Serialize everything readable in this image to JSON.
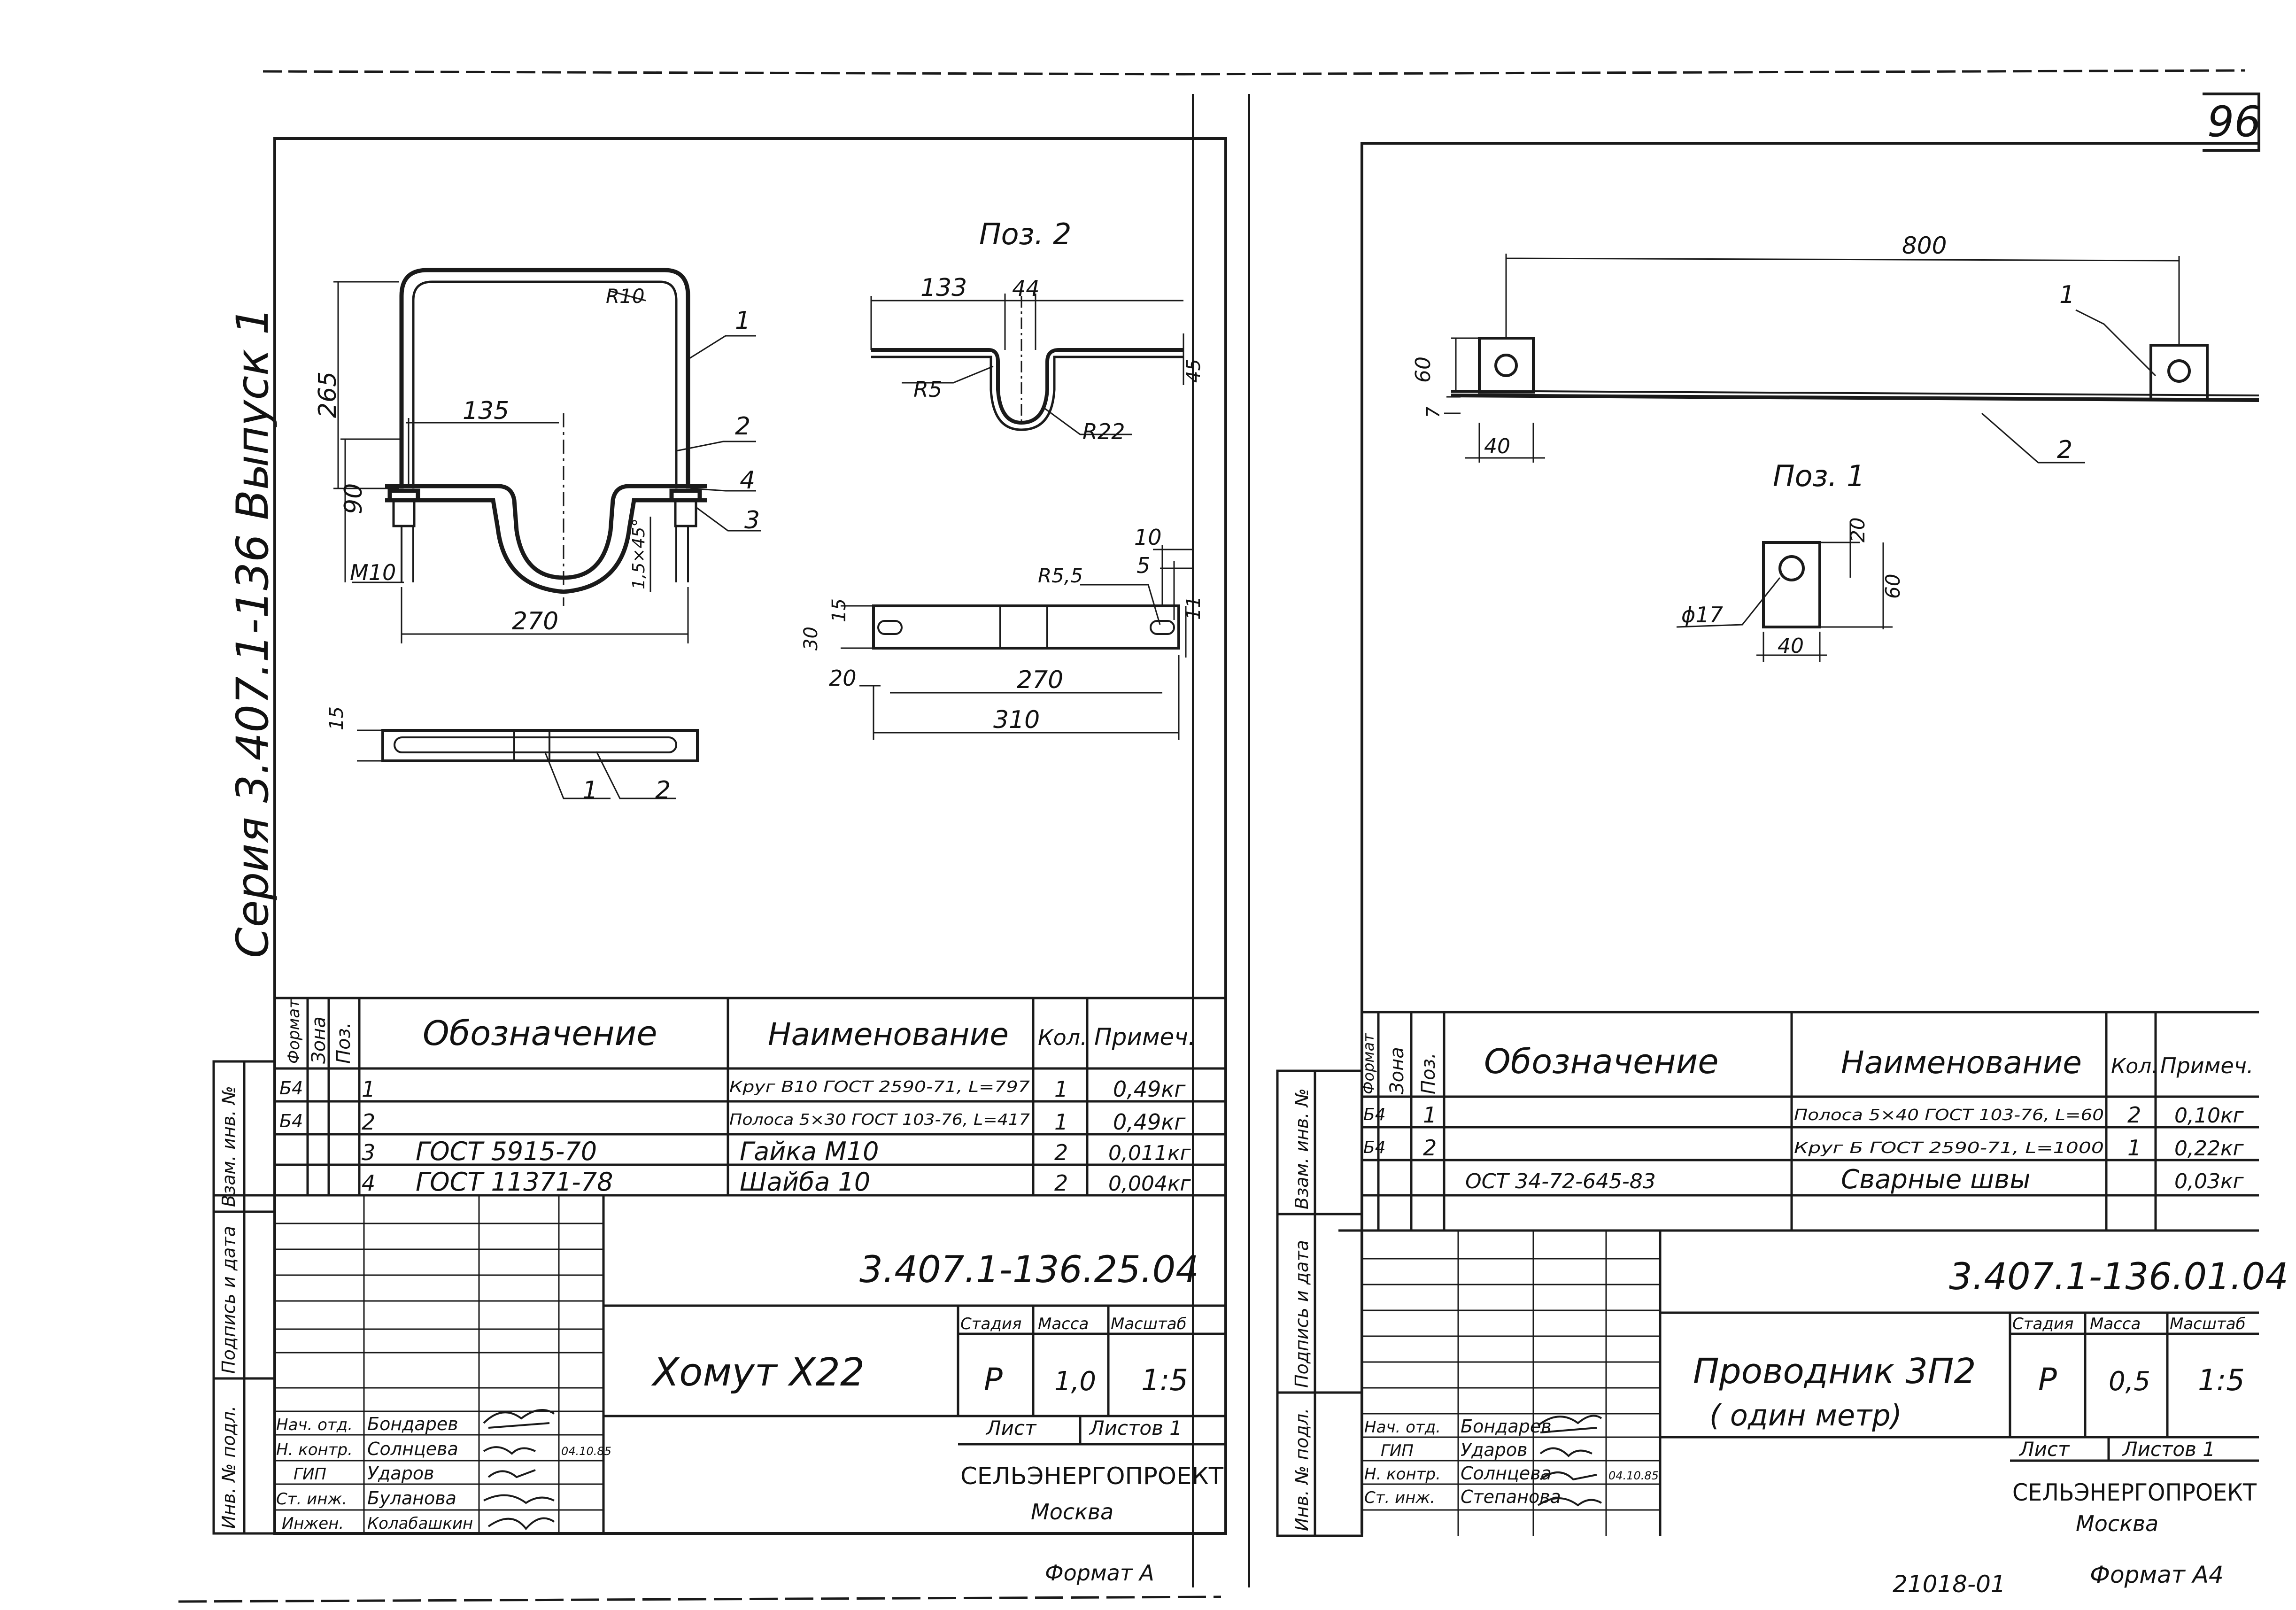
{
  "page_number": "96",
  "series_text": "Серия 3.407.1-136  Выпуск 1",
  "bottom_note": "21018-01",
  "left_sheet": {
    "pos2_label": "Поз. 2",
    "dims": {
      "r10": "R10",
      "h265": "265",
      "d135": "135",
      "h90": "90",
      "m10": "M10",
      "w270": "270",
      "chamfer": "1,5×45°",
      "w15": "15",
      "p133": "133",
      "p44": "44",
      "pr5": "R5",
      "pr22": "R22",
      "p45": "45",
      "p10": "10",
      "p5": "5",
      "pr55": "R5,5",
      "p11": "11",
      "p15": "15",
      "p30": "30",
      "p20": "20",
      "p270": "270",
      "p310": "310"
    },
    "callouts": [
      "1",
      "2",
      "4",
      "3",
      "1",
      "2"
    ],
    "spec_headers": {
      "format": "Формат",
      "zone": "Зона",
      "pos": "Поз.",
      "designation": "Обозначение",
      "name": "Наименование",
      "qty": "Кол.",
      "note": "Примеч."
    },
    "spec_rows": [
      {
        "format": "Б4",
        "pos": "1",
        "designation": "",
        "name": "Круг В10 ГОСТ 2590-71, L=797",
        "qty": "1",
        "note": "0,49кг"
      },
      {
        "format": "Б4",
        "pos": "2",
        "designation": "",
        "name": "Полоса 5×30 ГОСТ 103-76, L=417",
        "qty": "1",
        "note": "0,49кг"
      },
      {
        "format": "",
        "pos": "3",
        "designation": "ГОСТ 5915-70",
        "name": "Гайка  М10",
        "qty": "2",
        "note": "0,011кг"
      },
      {
        "format": "",
        "pos": "4",
        "designation": "ГОСТ 11371-78",
        "name": "Шайба  10",
        "qty": "2",
        "note": "0,004кг"
      }
    ],
    "side_labels": [
      "Взам. инв. №",
      "Подпись и дата",
      "Инв. № подл."
    ],
    "doc_number": "3.407.1-136.25.04",
    "title": "Хомут  Х22",
    "stage_header": "Стадия",
    "mass_header": "Масса",
    "scale_header": "Масштаб",
    "stage": "Р",
    "mass": "1,0",
    "scale": "1:5",
    "sheet_label": "Лист",
    "sheets_label": "Листов 1",
    "org": "СЕЛЬЭНЕРГОПРОЕКТ",
    "city": "Москва",
    "staff": [
      {
        "role": "Нач. отд.",
        "name": "Бондарев"
      },
      {
        "role": "Н. контр.",
        "name": "Солнцева",
        "date": "04.10.85"
      },
      {
        "role": "ГИП",
        "name": "Ударов"
      },
      {
        "role": "Ст. инж.",
        "name": "Буланова"
      },
      {
        "role": "Инжен.",
        "name": "Колабашкин"
      }
    ],
    "format_label": "Формат А"
  },
  "right_sheet": {
    "dims": {
      "d800": "800",
      "d60": "60",
      "d7": "7",
      "d40": "40",
      "p20": "20",
      "p60": "60",
      "p17": "ϕ17",
      "p40": "40"
    },
    "pos1_label": "Поз. 1",
    "callouts": [
      "1",
      "2"
    ],
    "spec_headers": {
      "format": "Формат",
      "zone": "Зона",
      "pos": "Поз.",
      "designation": "Обозначение",
      "name": "Наименование",
      "qty": "Кол.",
      "note": "Примеч."
    },
    "spec_rows": [
      {
        "format": "Б4",
        "pos": "1",
        "designation": "",
        "name": "Полоса 5×40 ГОСТ 103-76, L=60",
        "qty": "2",
        "note": "0,10кг"
      },
      {
        "format": "Б4",
        "pos": "2",
        "designation": "",
        "name": "Круг Б ГОСТ 2590-71, L=1000",
        "qty": "1",
        "note": "0,22кг"
      },
      {
        "format": "",
        "pos": "",
        "designation": "ОСТ 34-72-645-83",
        "name": "Сварные  швы",
        "qty": "",
        "note": "0,03кг"
      }
    ],
    "side_labels": [
      "Взам. инв. №",
      "Подпись и дата",
      "Инв. № подл."
    ],
    "doc_number": "3.407.1-136.01.04",
    "title": "Проводник  3П2",
    "subtitle": "( один  метр)",
    "stage_header": "Стадия",
    "mass_header": "Масса",
    "scale_header": "Масштаб",
    "stage": "Р",
    "mass": "0,5",
    "scale": "1:5",
    "sheet_label": "Лист",
    "sheets_label": "Листов 1",
    "org": "СЕЛЬЭНЕРГОПРОЕКТ",
    "city": "Москва",
    "staff": [
      {
        "role": "Нач. отд.",
        "name": "Бондарев"
      },
      {
        "role": "ГИП",
        "name": "Ударов"
      },
      {
        "role": "Н. контр.",
        "name": "Солнцева",
        "date": "04.10.85"
      },
      {
        "role": "Ст. инж.",
        "name": "Степанова"
      }
    ],
    "format_label": "Формат  А4"
  }
}
